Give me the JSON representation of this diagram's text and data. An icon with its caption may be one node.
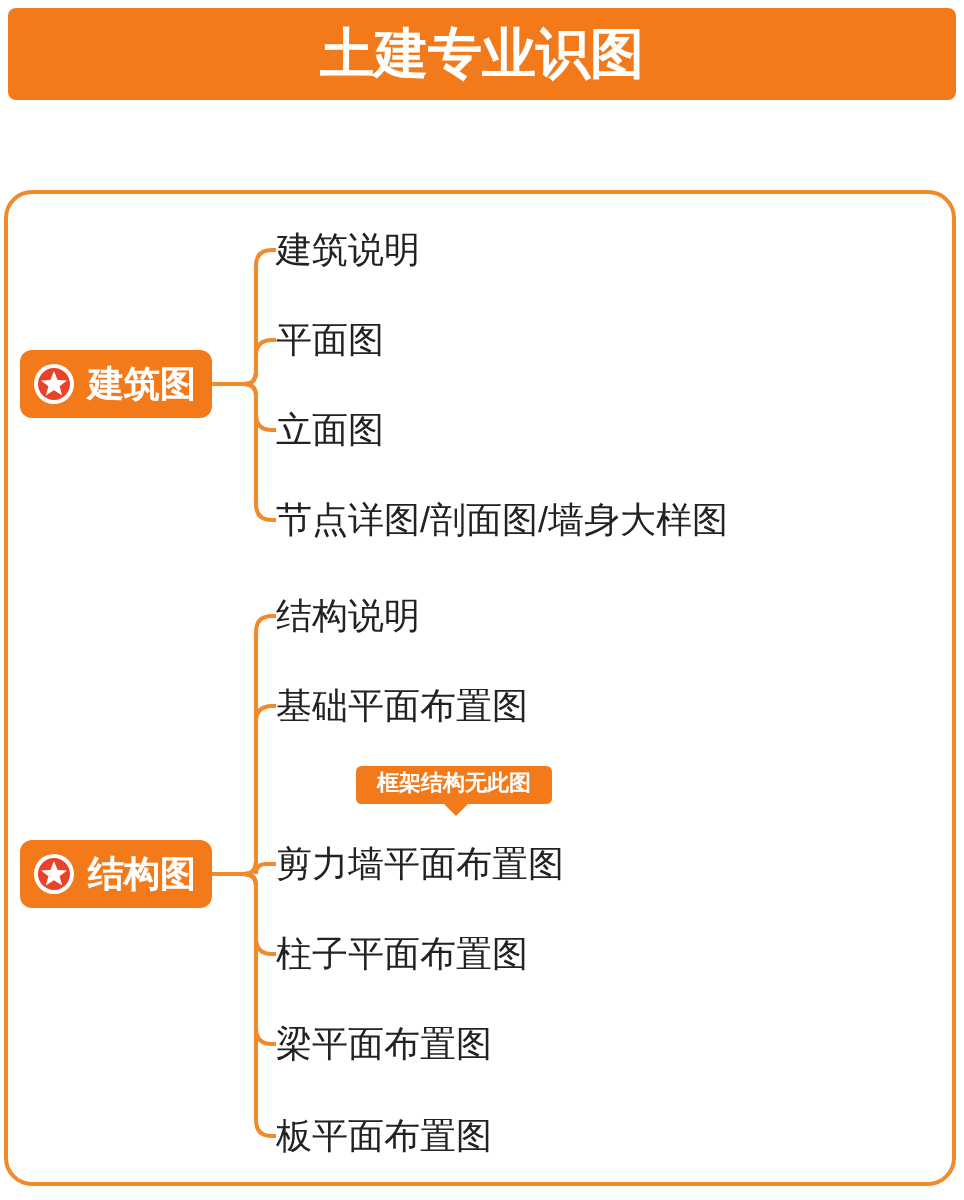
{
  "diagram": {
    "title": "土建专业识图",
    "nodes": [
      {
        "text": [
          "建筑图"
        ]
      },
      {
        "text": [
          "建筑说明"
        ]
      },
      {
        "text": [
          "平面图"
        ]
      },
      {
        "text": [
          "立面图"
        ]
      },
      {
        "text": [
          "节点详图/剖面图/墙身大样图"
        ]
      },
      {
        "text": [
          "结构图"
        ]
      },
      {
        "text": [
          "结构说明"
        ]
      },
      {
        "text": [
          "基础平面布置图"
        ]
      },
      {
        "text": [
          "剪力墙平面布置图"
        ],
        "beside": [
          "框架结构无此图"
        ]
      },
      {
        "text": [
          "柱子平面布置图"
        ]
      },
      {
        "text": [
          "梁平面布置图"
        ]
      },
      {
        "text": [
          "板平面布置图"
        ]
      }
    ],
    "edges": [
      {
        "from": 0,
        "to": 1,
        "arrow": "none"
      },
      {
        "from": 0,
        "to": 2,
        "arrow": "none"
      },
      {
        "from": 0,
        "to": 3,
        "arrow": "none"
      },
      {
        "from": 0,
        "to": 4,
        "arrow": "none"
      },
      {
        "from": 5,
        "to": 6,
        "arrow": "none"
      },
      {
        "from": 5,
        "to": 7,
        "arrow": "none"
      },
      {
        "from": 5,
        "to": 8,
        "arrow": "none"
      },
      {
        "from": 5,
        "to": 9,
        "arrow": "none"
      },
      {
        "from": 5,
        "to": 10,
        "arrow": "none"
      },
      {
        "from": 5,
        "to": 11,
        "arrow": "none"
      }
    ]
  }
}
